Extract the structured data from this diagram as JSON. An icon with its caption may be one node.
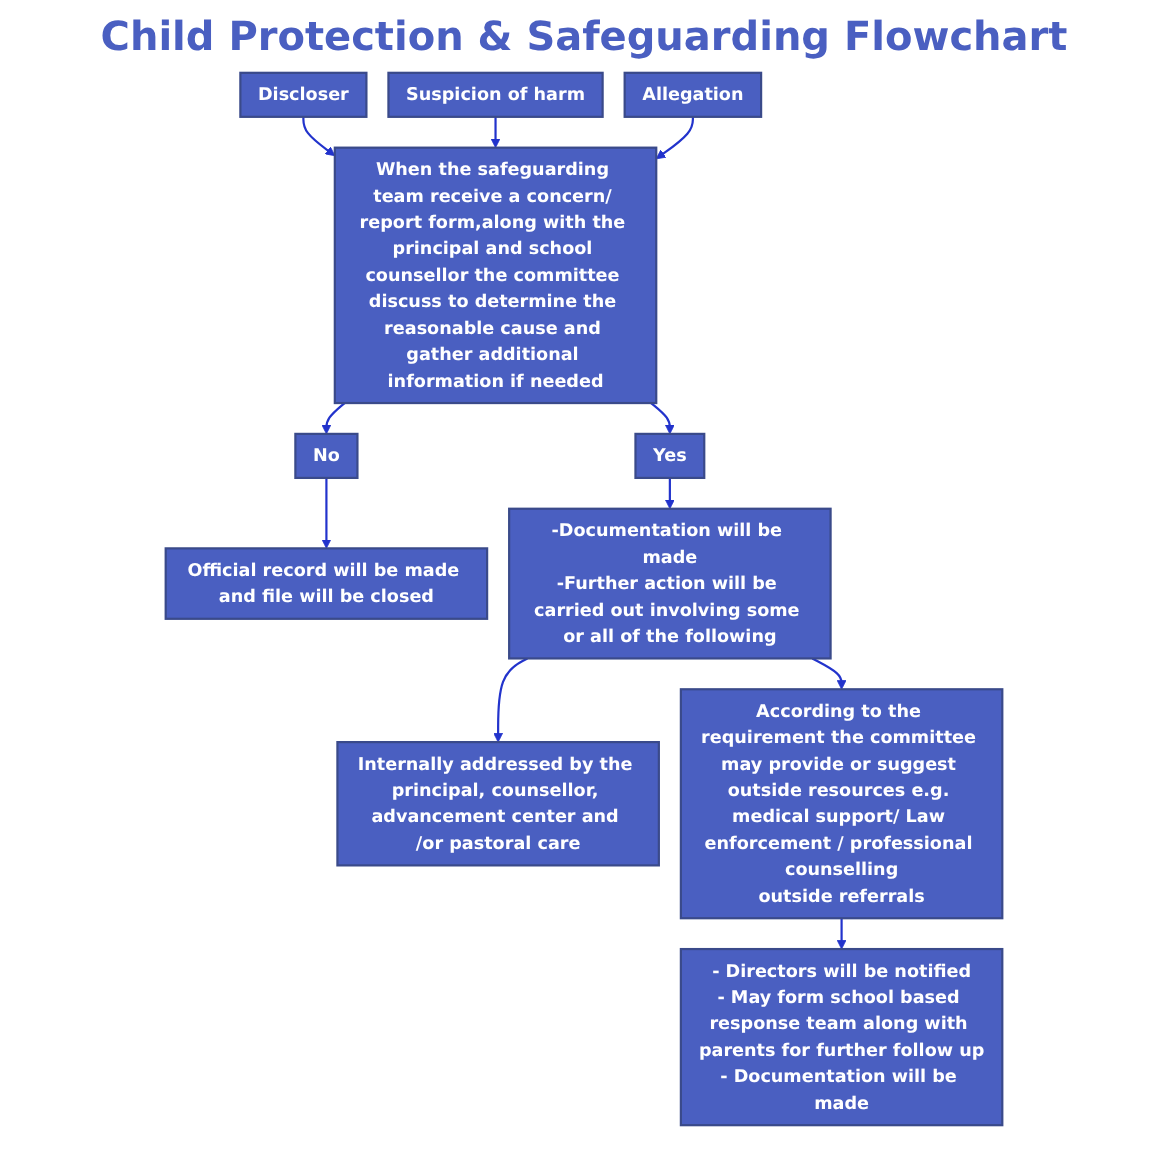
{
  "diagram": {
    "title": "Child Protection & Safeguarding Flowchart",
    "nodes": [
      {
        "text": [
          "Discloser"
        ]
      },
      {
        "text": [
          "Suspicion of harm"
        ]
      },
      {
        "text": [
          "Allegation"
        ]
      },
      {
        "text": [
          "When the safeguarding team receive a concern/ report form,along with the principal and school counsellor the committee discuss to determine the reasonable cause and gather additional information if needed"
        ]
      },
      {
        "text": [
          "No"
        ]
      },
      {
        "text": [
          "Yes"
        ]
      },
      {
        "text": [
          "Official record will be made and file will be closed"
        ]
      },
      {
        "text": [
          "-Documentation will be made",
          "-Further action will be carried out involving some or all of the following"
        ]
      },
      {
        "text": [
          "Internally addressed by the principal, counsellor, advancement center and /or pastoral care"
        ]
      },
      {
        "text": [
          "According to the requirement the committee may provide or suggest outside resources e.g. medical support/ Law enforcement / professional counselling",
          "outside referrals"
        ]
      },
      {
        "text": [
          "- Directors will be notified",
          "- May form school based response team along with parents for further follow up",
          "- Documentation will be made"
        ]
      }
    ],
    "edges": [
      {
        "from": 0,
        "to": 3,
        "arrow": "to"
      },
      {
        "from": 1,
        "to": 3,
        "arrow": "to"
      },
      {
        "from": 2,
        "to": 3,
        "arrow": "to"
      },
      {
        "from": 3,
        "to": 4,
        "arrow": "to"
      },
      {
        "from": 3,
        "to": 5,
        "arrow": "to"
      },
      {
        "from": 4,
        "to": 6,
        "arrow": "to"
      },
      {
        "from": 5,
        "to": 7,
        "arrow": "to"
      },
      {
        "from": 7,
        "to": 8,
        "arrow": "to"
      },
      {
        "from": 7,
        "to": 9,
        "arrow": "to"
      },
      {
        "from": 9,
        "to": 10,
        "arrow": "to"
      }
    ]
  }
}
